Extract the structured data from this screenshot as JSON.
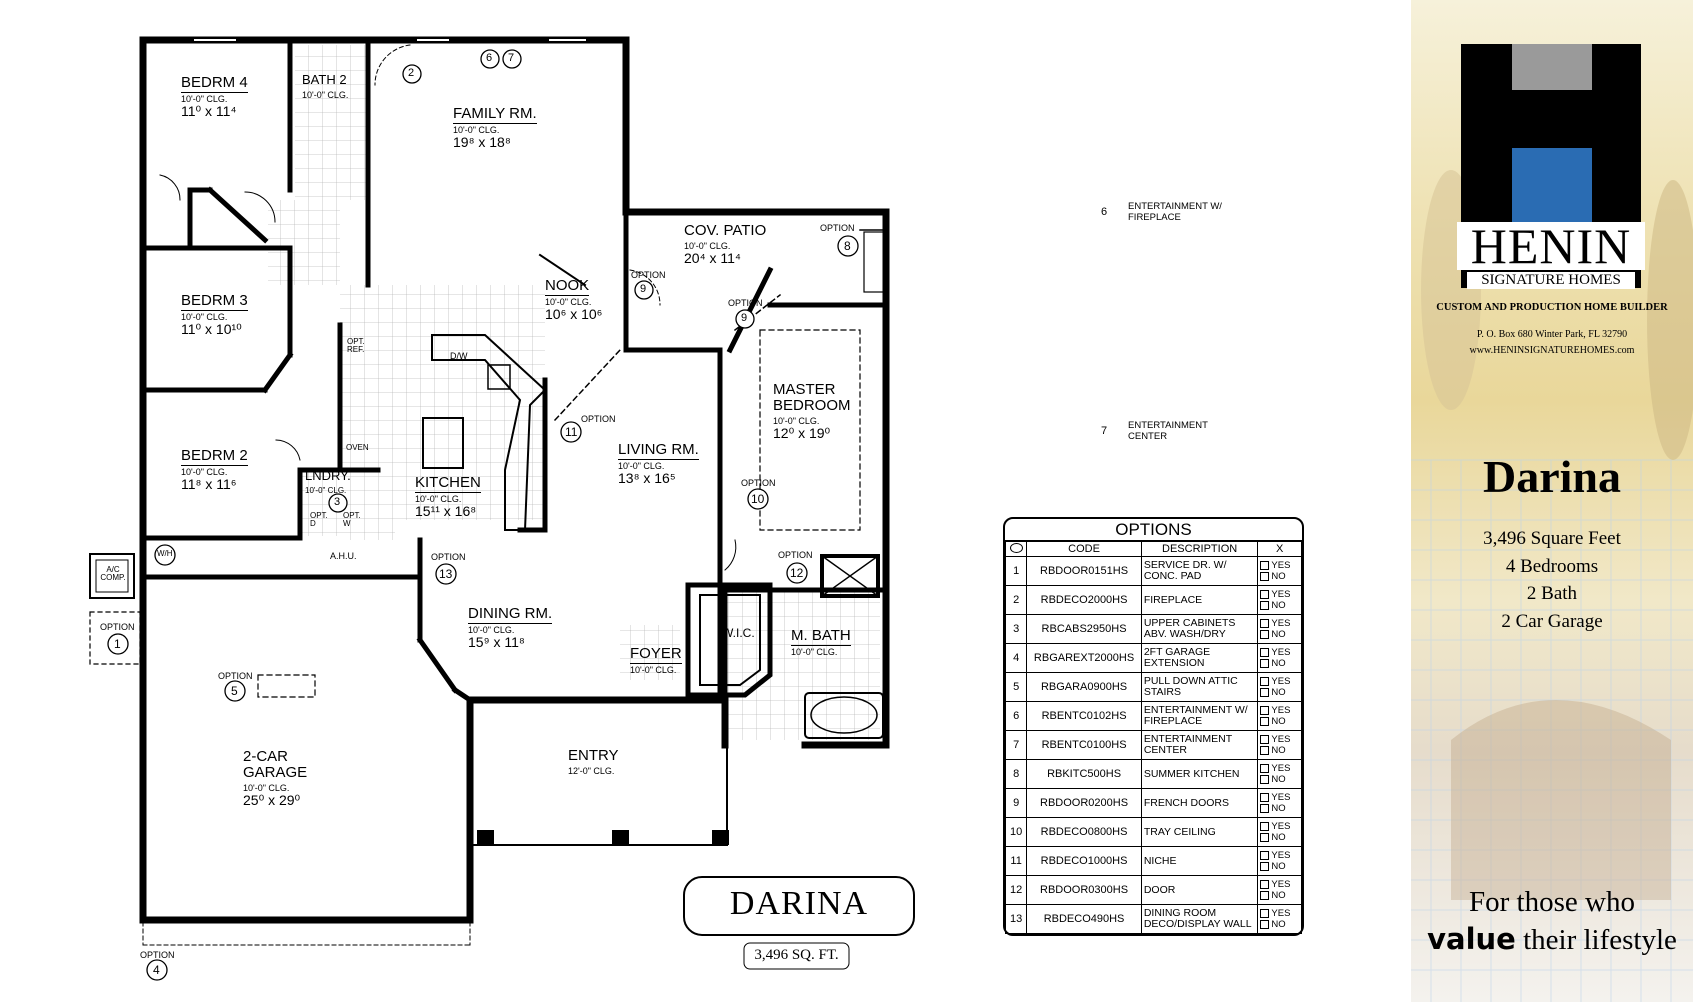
{
  "plan": {
    "title": "DARINA",
    "sqft": "3,496 SQ. FT.",
    "rooms": [
      {
        "id": "bedrm4",
        "name": "BEDRM 4",
        "clg": "10'-0\" CLG.",
        "dim": "11⁰ x 11⁴"
      },
      {
        "id": "bath2",
        "name": "BATH 2",
        "clg": "10'-0\" CLG.",
        "dim": ""
      },
      {
        "id": "family",
        "name": "FAMILY RM.",
        "clg": "10'-0\" CLG.",
        "dim": "19⁸ x 18⁸"
      },
      {
        "id": "bedrm3",
        "name": "BEDRM 3",
        "clg": "10'-0\" CLG.",
        "dim": "11⁰ x 10¹⁰"
      },
      {
        "id": "nook",
        "name": "NOOK",
        "clg": "10'-0\" CLG.",
        "dim": "10⁶ x 10⁶"
      },
      {
        "id": "patio",
        "name": "COV. PATIO",
        "clg": "10'-0\" CLG.",
        "dim": "20⁴ x 11⁴"
      },
      {
        "id": "master",
        "name": "MASTER BEDROOM",
        "clg": "10'-0\" CLG.",
        "dim": "12⁰ x 19⁰"
      },
      {
        "id": "living",
        "name": "LIVING RM.",
        "clg": "10'-0\" CLG.",
        "dim": "13⁸ x 16⁵"
      },
      {
        "id": "kitchen",
        "name": "KITCHEN",
        "clg": "10'-0\" CLG.",
        "dim": "15¹¹ x 16⁸"
      },
      {
        "id": "bedrm2",
        "name": "BEDRM 2",
        "clg": "10'-0\" CLG.",
        "dim": "11⁸ x 11⁶"
      },
      {
        "id": "lndry",
        "name": "LNDRY.",
        "clg": "10'-0\" CLG.",
        "dim": ""
      },
      {
        "id": "dining",
        "name": "DINING RM.",
        "clg": "10'-0\" CLG.",
        "dim": "15⁹ x 11⁸"
      },
      {
        "id": "foyer",
        "name": "FOYER",
        "clg": "10'-0\" CLG.",
        "dim": ""
      },
      {
        "id": "wic",
        "name": "W.I.C.",
        "clg": "",
        "dim": ""
      },
      {
        "id": "mbath",
        "name": "M. BATH",
        "clg": "10'-0\" CLG.",
        "dim": ""
      },
      {
        "id": "garage",
        "name": "2-CAR GARAGE",
        "clg": "10'-0\" CLG.",
        "dim": "25⁰ x 29⁰"
      },
      {
        "id": "entry",
        "name": "ENTRY",
        "clg": "12'-0\" CLG.",
        "dim": ""
      }
    ],
    "fixtures": {
      "dw": "D/W",
      "opt_ref": "OPT. REF.",
      "oven": "OVEN",
      "opt_d": "OPT. D",
      "opt_w": "OPT. W",
      "ahu": "A.H.U.",
      "wh": "W/H",
      "ac": "A/C COMP."
    },
    "option_word": "OPTION",
    "callouts": [
      "1",
      "2",
      "3",
      "4",
      "5",
      "6",
      "7",
      "8",
      "9",
      "10",
      "11",
      "12",
      "13"
    ]
  },
  "elevations": [
    {
      "num": "6",
      "label": "ENTERTAINMENT W/ FIREPLACE"
    },
    {
      "num": "7",
      "label": "ENTERTAINMENT CENTER"
    }
  ],
  "options_table": {
    "title": "OPTIONS",
    "headers": [
      "",
      "CODE",
      "DESCRIPTION",
      "X"
    ],
    "yes": "YES",
    "no": "NO",
    "rows": [
      {
        "n": "1",
        "code": "RBDOOR0151HS",
        "desc": "SERVICE DR. W/ CONC. PAD"
      },
      {
        "n": "2",
        "code": "RBDECO2000HS",
        "desc": "FIREPLACE"
      },
      {
        "n": "3",
        "code": "RBCABS2950HS",
        "desc": "UPPER CABINETS ABV. WASH/DRY"
      },
      {
        "n": "4",
        "code": "RBGAREXT2000HS",
        "desc": "2FT GARAGE EXTENSION"
      },
      {
        "n": "5",
        "code": "RBGARA0900HS",
        "desc": "PULL DOWN ATTIC STAIRS"
      },
      {
        "n": "6",
        "code": "RBENTC0102HS",
        "desc": "ENTERTAINMENT W/ FIREPLACE"
      },
      {
        "n": "7",
        "code": "RBENTC0100HS",
        "desc": "ENTERTAINMENT CENTER"
      },
      {
        "n": "8",
        "code": "RBKITC500HS",
        "desc": "SUMMER KITCHEN"
      },
      {
        "n": "9",
        "code": "RBDOOR0200HS",
        "desc": "FRENCH DOORS"
      },
      {
        "n": "10",
        "code": "RBDECO0800HS",
        "desc": "TRAY CEILING"
      },
      {
        "n": "11",
        "code": "RBDECO1000HS",
        "desc": "NICHE"
      },
      {
        "n": "12",
        "code": "RBDOOR0300HS",
        "desc": "DOOR"
      },
      {
        "n": "13",
        "code": "RBDECO490HS",
        "desc": "DINING ROOM DECO/DISPLAY WALL"
      }
    ]
  },
  "brand": {
    "company": "HENIN",
    "subtitle": "SIGNATURE HOMES",
    "tagline": "CUSTOM AND PRODUCTION HOME BUILDER",
    "address": "P. O. Box 680 Winter Park, FL 32790",
    "website": "www.HENINSIGNATUREHOMES.com",
    "model": "Darina",
    "specs": [
      "3,496 Square Feet",
      "4 Bedrooms",
      "2 Bath",
      "2 Car Garage"
    ],
    "slogan_1": "For those who",
    "slogan_value": "value",
    "slogan_2": "their lifestyle",
    "colors": {
      "logo_black": "#000000",
      "logo_gray": "#9a9a9a",
      "logo_blue": "#2a6cb3"
    }
  }
}
